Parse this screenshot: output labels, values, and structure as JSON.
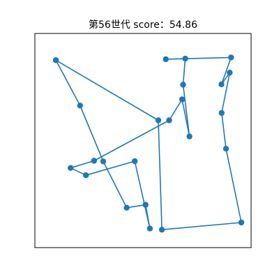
{
  "chart_data": {
    "type": "line",
    "title": "第56世代 score：54.86",
    "xlabel": "",
    "ylabel": "",
    "xlim": [
      0,
      100
    ],
    "ylim": [
      0,
      100
    ],
    "grid": false,
    "axes_visible": false,
    "line_color": "#1f77b4",
    "marker_color": "#1f77b4",
    "marker": "circle",
    "series": [
      {
        "points": [
          [
            5.7,
            91.3
          ],
          [
            18.0,
            68.0
          ],
          [
            29.8,
            39.3
          ],
          [
            41.7,
            15.5
          ],
          [
            51.3,
            17.0
          ],
          [
            53.5,
            4.8
          ],
          [
            45.8,
            39.4
          ],
          [
            21.0,
            32.2
          ],
          [
            13.2,
            35.9
          ],
          [
            25.1,
            39.6
          ],
          [
            63.3,
            60.4
          ],
          [
            69.9,
            71.2
          ],
          [
            73.6,
            52.1
          ],
          [
            70.4,
            78.7
          ],
          [
            71.5,
            92.1
          ],
          [
            61.6,
            91.8
          ],
          [
            94.8,
            92.7
          ],
          [
            89.9,
            78.9
          ],
          [
            94.1,
            84.9
          ],
          [
            90.0,
            64.2
          ],
          [
            92.2,
            45.8
          ],
          [
            100.0,
            7.9
          ],
          [
            59.6,
            4.2
          ],
          [
            57.8,
            60.4
          ],
          [
            5.7,
            91.3
          ]
        ]
      }
    ]
  }
}
